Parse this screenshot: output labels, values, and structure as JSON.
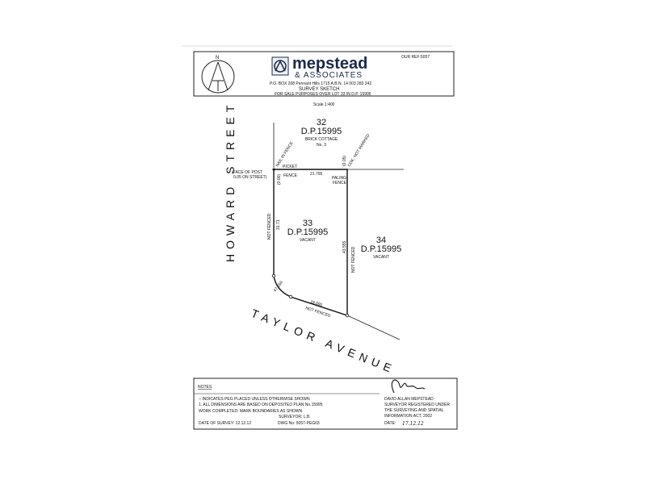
{
  "header": {
    "our_ref": "OUR REF:5057",
    "brand": "mepstead",
    "brand_sub": "& ASSOCIATES",
    "address": "P.O. BOX 208 Pennant Hills 1715   A.B.N. 14 003 283 242",
    "doc_title": "SURVEY SKETCH",
    "purpose": "FOR SALE PURPOSES OVER LOT 33 IN D.P. 15995",
    "scale": "Scale 1:400",
    "north": "N"
  },
  "streets": {
    "howard": "HOWARD STREET",
    "taylor": "TAYLOR AVENUE"
  },
  "lots": {
    "lot32": {
      "number": "32",
      "dp": "D.P.15995",
      "desc1": "BRICK COTTAGE",
      "desc2": "No. 3"
    },
    "lot33": {
      "number": "33",
      "dp": "D.P.15995",
      "desc": "VACANT"
    },
    "lot34": {
      "number": "34",
      "dp": "D.P.15995",
      "desc": "VACANT"
    }
  },
  "annotations": {
    "nail_in_fence": "NAIL IN FENCE",
    "cok_not_marked": "COK. NOT MARKED",
    "face_of_post_1": "(FACE OF POST",
    "face_of_post_2": "0.05 ON STREET)",
    "picket": "PICKET",
    "fence": "FENCE",
    "top_dim": "21.795",
    "paling": "PALING",
    "paling_fence": "FENCE",
    "dim_left_offset": "(0.00)",
    "dim_right_offset": "(0.05)",
    "not_fenced_left": "NOT FENCED",
    "dim_left": "31.71",
    "dim_right": "43.555",
    "not_fenced_right": "NOT FENCED",
    "arc_dim": "47.555",
    "bottom_dim": "18.695",
    "not_fenced_bottom": "NOT FENCED"
  },
  "notes": {
    "title": "NOTES",
    "line1": "○ INDICATES PEG PLACED UNLESS OTHERWISE SHOWN",
    "line2": "1. ALL DIMENSIONS ARE BASED ON DEPOSITED PLAN No.15995",
    "work_completed": "WORK COMPLETED: MARK BOUNDARIES AS SHOWN",
    "surveyor": "SURVEYOR: L.B.",
    "date_of_survey": "DATE OF SURVEY: 12.12.12",
    "dwg_no": "DWG No: 5057-PEG03"
  },
  "signature_block": {
    "name": "DAVID ALLAN MEPSTEAD",
    "line2": "SURVEYOR REGISTERED UNDER",
    "line3": "THE SURVEYING AND SPATIAL",
    "line4": "INFORMATION ACT, 2002",
    "date_label": "DATE:",
    "date_value": "17.12.12"
  },
  "colors": {
    "ink": "#111111",
    "brand": "#1a2a4a",
    "paper": "#ffffff"
  }
}
